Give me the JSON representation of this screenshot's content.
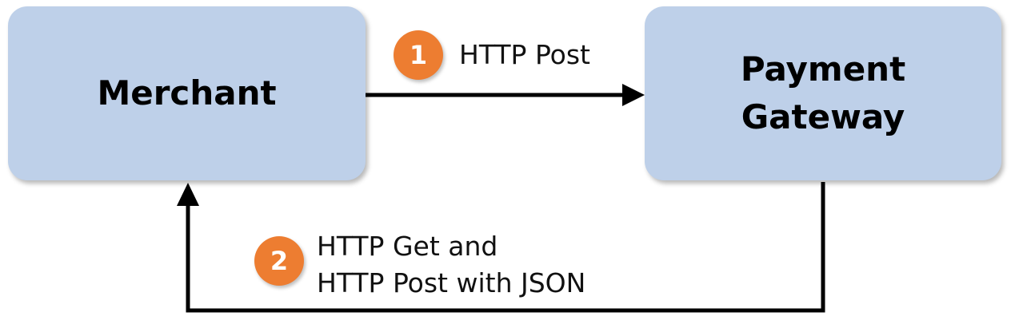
{
  "nodes": {
    "merchant": {
      "label": "Merchant"
    },
    "gateway": {
      "line1": "Payment",
      "line2": "Gateway"
    }
  },
  "edges": [
    {
      "step": "1",
      "label": "HTTP Post"
    },
    {
      "step": "2",
      "line1": "HTTP Get and",
      "line2": "HTTP Post with JSON"
    }
  ],
  "colors": {
    "node_fill": "#bed0e9",
    "badge_fill": "#ed7d31",
    "arrow": "#000000"
  }
}
